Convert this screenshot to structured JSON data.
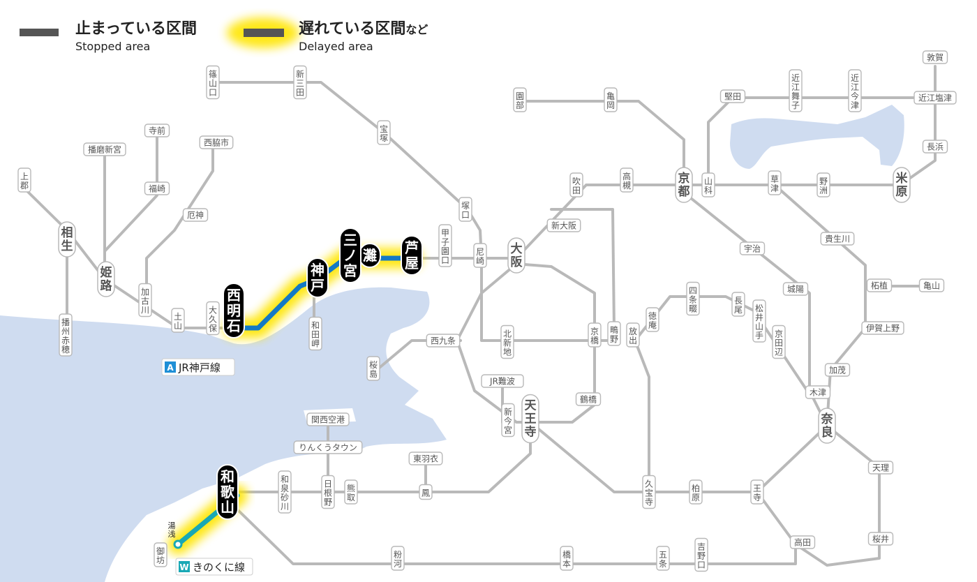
{
  "legend": {
    "stopped": {
      "label": "止まっている区間",
      "sub": "Stopped area"
    },
    "delayed": {
      "label": "遅れている区間",
      "label_suffix": "など",
      "sub": "Delayed area"
    }
  },
  "lines": {
    "kobe": {
      "badge": "A",
      "name": "JR神戸線"
    },
    "kinokuni": {
      "badge": "W",
      "name": "きのくに線"
    }
  },
  "colors": {
    "stopped": "#555555",
    "delayed_line": "#1479c4",
    "delayed_glow": "#ffe500",
    "rail": "#b9b9b9",
    "water": "#cfdcf0",
    "badge_kobe": "#1f8fd6",
    "badge_kinokuni": "#19a8b5"
  },
  "stations": {
    "sasayamaguchi": "篠山口",
    "shinsanda": "新三田",
    "takarazuka": "宝塚",
    "tsukaguchi": "塚口",
    "koshienguchi": "甲子園口",
    "amagasaki": "尼崎",
    "osaka": "大阪",
    "shinosaka": "新大阪",
    "suita": "吹田",
    "takatsuki": "高槻",
    "kyoto": "京都",
    "yamashina": "山科",
    "katata": "堅田",
    "omimaiko": "近江舞子",
    "omiimazu": "近江今津",
    "tsuruga": "敦賀",
    "omishiotsu": "近江塩津",
    "nagahama": "長浜",
    "maibara": "米原",
    "kusatsu": "草津",
    "yasu": "野洲",
    "sonobe": "園部",
    "kameoka": "亀岡",
    "uji": "宇治",
    "joyo": "城陽",
    "kizu": "木津",
    "kamo": "加茂",
    "tsuge": "柘植",
    "kameyama": "亀山",
    "igaueno": "伊賀上野",
    "kibukawa": "貴生川",
    "nara": "奈良",
    "tenri": "天理",
    "sakurai": "桜井",
    "takada": "高田",
    "oji": "王寺",
    "kashiwara": "柏原",
    "kyuhoji": "久宝寺",
    "tennoji": "天王寺",
    "shinimamiya": "新今宮",
    "jrnamba": "JR難波",
    "nishikujo": "西九条",
    "sakurajima": "桜島",
    "kitashinchi": "北新地",
    "kyobashi": "京橋",
    "tsuruhashi": "鶴橋",
    "shigino": "鴫野",
    "hanaten": "放出",
    "shijonawate": "四条畷",
    "tokuan": "徳庵",
    "nagao": "長尾",
    "matsuiyamate": "松井山手",
    "kyotanabe": "京田辺",
    "kansaiairport": "関西空港",
    "rinku": "りんくうタウン",
    "higashihagoromo": "東羽衣",
    "otori": "鳳",
    "izumisunagawa": "和泉砂川",
    "hineno": "日根野",
    "kumatori": "熊取",
    "wakayama": "和歌山",
    "yuasa": "湯浅",
    "gobo": "御坊",
    "kokawa": "粉河",
    "hashimoto": "橋本",
    "gojo": "五条",
    "yoshinoguchi": "吉野口",
    "ashiya": "芦屋",
    "nada": "灘",
    "sannomiya": "三ノ宮",
    "kobe": "神戸",
    "wadamisaki": "和田岬",
    "nishiakashi": "西明石",
    "okubo": "大久保",
    "dozan": "土山",
    "kakogawa": "加古川",
    "himeji": "姫路",
    "aioi": "相生",
    "kamigori": "上郡",
    "banshuako": "播州赤穂",
    "harimashingu": "播磨新宮",
    "teramae": "寺前",
    "fukusaki": "福崎",
    "nishiwakishi": "西脇市",
    "yakujin": "厄神"
  }
}
